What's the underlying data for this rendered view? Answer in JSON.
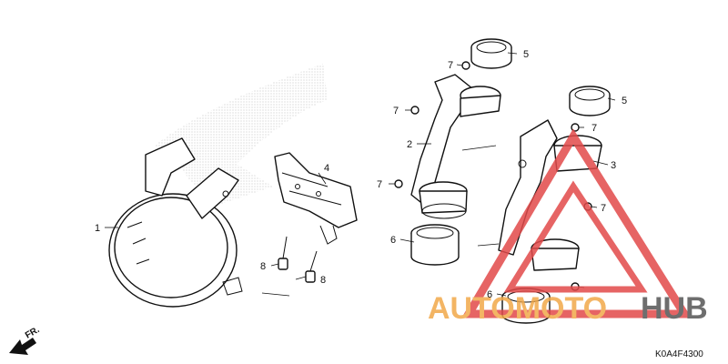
{
  "diagram": {
    "callouts": [
      {
        "id": "c1",
        "label": "1"
      },
      {
        "id": "c2",
        "label": "2"
      },
      {
        "id": "c3",
        "label": "3"
      },
      {
        "id": "c4",
        "label": "4"
      },
      {
        "id": "c5a",
        "label": "5"
      },
      {
        "id": "c5b",
        "label": "5"
      },
      {
        "id": "c6a",
        "label": "6"
      },
      {
        "id": "c6b",
        "label": "6"
      },
      {
        "id": "c7a",
        "label": "7"
      },
      {
        "id": "c7b",
        "label": "7"
      },
      {
        "id": "c7c",
        "label": "7"
      },
      {
        "id": "c7d",
        "label": "7"
      },
      {
        "id": "c7e",
        "label": "7"
      },
      {
        "id": "c8a",
        "label": "8"
      },
      {
        "id": "c8b",
        "label": "8"
      }
    ],
    "direction_label": "FR.",
    "diagram_code": "K0A4F4300"
  },
  "watermark": {
    "text_part1": "AUTOMOTO",
    "text_part2": "HUB",
    "color_primary": "#f2a94a",
    "color_secondary": "#555555",
    "triangle_color": "#e24a4a"
  }
}
